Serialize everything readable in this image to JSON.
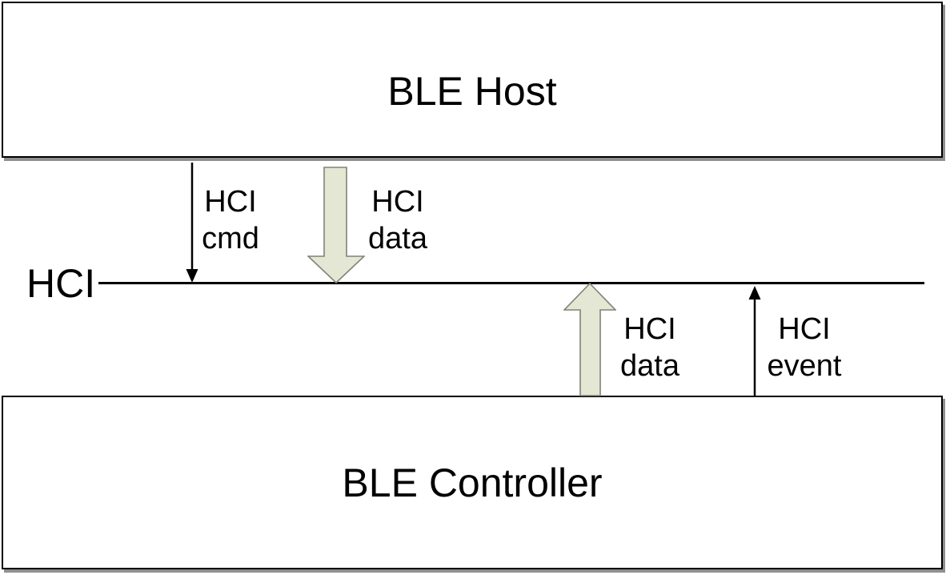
{
  "colors": {
    "background": "#ffffff",
    "box_border": "#000000",
    "box_shadow": "#8f8f8f",
    "hci_line": "#000000",
    "thin_arrow": "#000000",
    "block_arrow_fill": "#e3e7d3",
    "block_arrow_stroke": "#7f8377",
    "text": "#000000"
  },
  "diagram": {
    "interface_label": "HCI",
    "host_box": {
      "label": "BLE Host"
    },
    "controller_box": {
      "label": "BLE Controller"
    },
    "arrows": {
      "hci_cmd": {
        "style": "thin",
        "direction": "down",
        "label_line1": "HCI",
        "label_line2": "cmd"
      },
      "hci_data_down": {
        "style": "block",
        "direction": "down",
        "label_line1": "HCI",
        "label_line2": "data"
      },
      "hci_data_up": {
        "style": "block",
        "direction": "up",
        "label_line1": "HCI",
        "label_line2": "data"
      },
      "hci_event": {
        "style": "thin",
        "direction": "up",
        "label_line1": "HCI",
        "label_line2": "event"
      }
    }
  }
}
